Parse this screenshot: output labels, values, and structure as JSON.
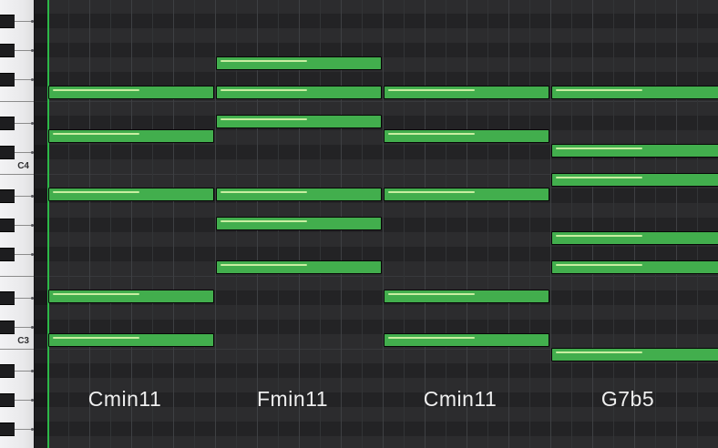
{
  "app": {
    "type": "piano-roll-editor",
    "colors": {
      "note_fill": "#42ae4d",
      "note_border": "#060606",
      "velocity_line": "#c8eea1",
      "playhead": "#2db948",
      "row_light": "#2c2c2e",
      "row_dark": "#232325",
      "chord_label_text": "#efefef"
    }
  },
  "keyboard": {
    "octave_labels": [
      {
        "pitch": "C4",
        "label": "C4"
      },
      {
        "pitch": "C3",
        "label": "C3"
      }
    ]
  },
  "chords": [
    {
      "label": "Cmin11",
      "start": 0,
      "length": 8
    },
    {
      "label": "Fmin11",
      "start": 8,
      "length": 8
    },
    {
      "label": "Cmin11",
      "start": 16,
      "length": 8
    },
    {
      "label": "G7b5",
      "start": 24,
      "length": 8
    }
  ],
  "notes": [
    {
      "pitch": "F4",
      "start": 0,
      "length": 8
    },
    {
      "pitch": "D4",
      "start": 0,
      "length": 8
    },
    {
      "pitch": "Bb3",
      "start": 0,
      "length": 8
    },
    {
      "pitch": "Eb3",
      "start": 0,
      "length": 8
    },
    {
      "pitch": "C3",
      "start": 0,
      "length": 8
    },
    {
      "pitch": "G4",
      "start": 8,
      "length": 8
    },
    {
      "pitch": "F4",
      "start": 8,
      "length": 8
    },
    {
      "pitch": "Eb4",
      "start": 8,
      "length": 8
    },
    {
      "pitch": "Bb3",
      "start": 8,
      "length": 8
    },
    {
      "pitch": "Ab3",
      "start": 8,
      "length": 8
    },
    {
      "pitch": "F3",
      "start": 8,
      "length": 8
    },
    {
      "pitch": "F4",
      "start": 16,
      "length": 8
    },
    {
      "pitch": "D4",
      "start": 16,
      "length": 8
    },
    {
      "pitch": "Bb3",
      "start": 16,
      "length": 8
    },
    {
      "pitch": "Eb3",
      "start": 16,
      "length": 8
    },
    {
      "pitch": "C3",
      "start": 16,
      "length": 8
    },
    {
      "pitch": "F4",
      "start": 24,
      "length": 8
    },
    {
      "pitch": "Db4",
      "start": 24,
      "length": 8
    },
    {
      "pitch": "B3",
      "start": 24,
      "length": 8
    },
    {
      "pitch": "G3",
      "start": 24,
      "length": 8
    },
    {
      "pitch": "F3",
      "start": 24,
      "length": 8
    },
    {
      "pitch": "B2",
      "start": 24,
      "length": 8
    }
  ]
}
